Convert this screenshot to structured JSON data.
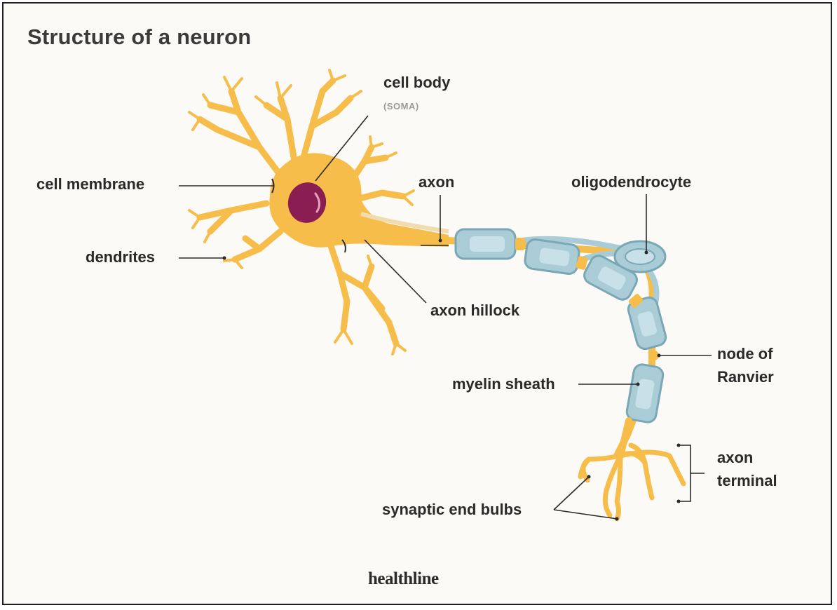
{
  "title": "Structure of a neuron",
  "labels": {
    "cell_body": "cell body",
    "soma": "(SOMA)",
    "cell_membrane": "cell membrane",
    "dendrites": "dendrites",
    "axon": "axon",
    "axon_hillock": "axon hillock",
    "oligodendrocyte": "oligodendrocyte",
    "node_of_ranvier_line1": "node of",
    "node_of_ranvier_line2": "Ranvier",
    "myelin_sheath": "myelin sheath",
    "axon_terminal_line1": "axon",
    "axon_terminal_line2": "terminal",
    "synaptic_end_bulbs": "synaptic end bulbs"
  },
  "logo": "healthline",
  "colors": {
    "background": "#fcfaf6",
    "neuron": "#f6bd4a",
    "nucleus": "#8a1d52",
    "myelin": "#a9ccd6",
    "myelin_dark": "#7aa7b6",
    "leader_line": "#2a2a2a"
  }
}
